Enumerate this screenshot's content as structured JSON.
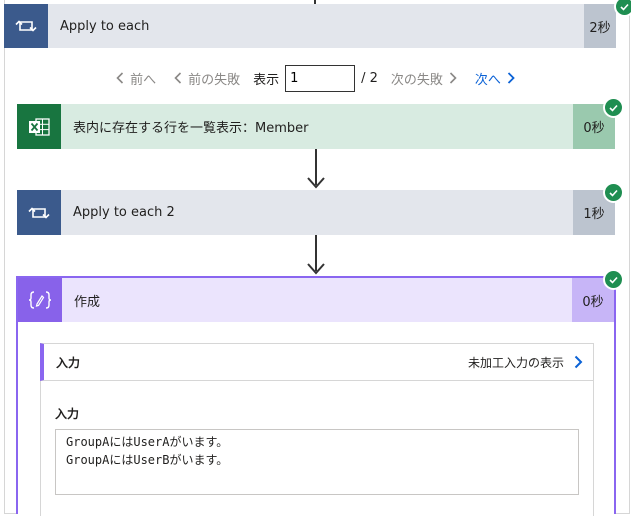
{
  "outer": {
    "title": "Apply to each",
    "duration": "2秒"
  },
  "pager": {
    "prev_label": "前へ",
    "prev_fail_label": "前の失敗",
    "show_label": "表示",
    "page_value": "1",
    "total_label": "/ 2",
    "next_fail_label": "次の失敗",
    "next_label": "次へ"
  },
  "excel_step": {
    "title": "表内に存在する行を一覧表示：Member",
    "duration": "0秒"
  },
  "loop_step": {
    "title": "Apply to each 2",
    "duration": "1秒"
  },
  "compose_step": {
    "title": "作成",
    "duration": "0秒",
    "inputs_header": "入力",
    "raw_inputs_link": "未加工入力の表示",
    "inputs_label": "入力",
    "inputs_lines": [
      "GroupAにはUserAがいます。",
      "GroupAにはUserBがいます。"
    ]
  },
  "colors": {
    "loop_icon_bg": "#3b5a8c",
    "excel_icon_bg": "#187540",
    "compose_icon_bg": "#8862ea",
    "success_check": "#1f8e51",
    "link_blue": "#0b62d6"
  }
}
